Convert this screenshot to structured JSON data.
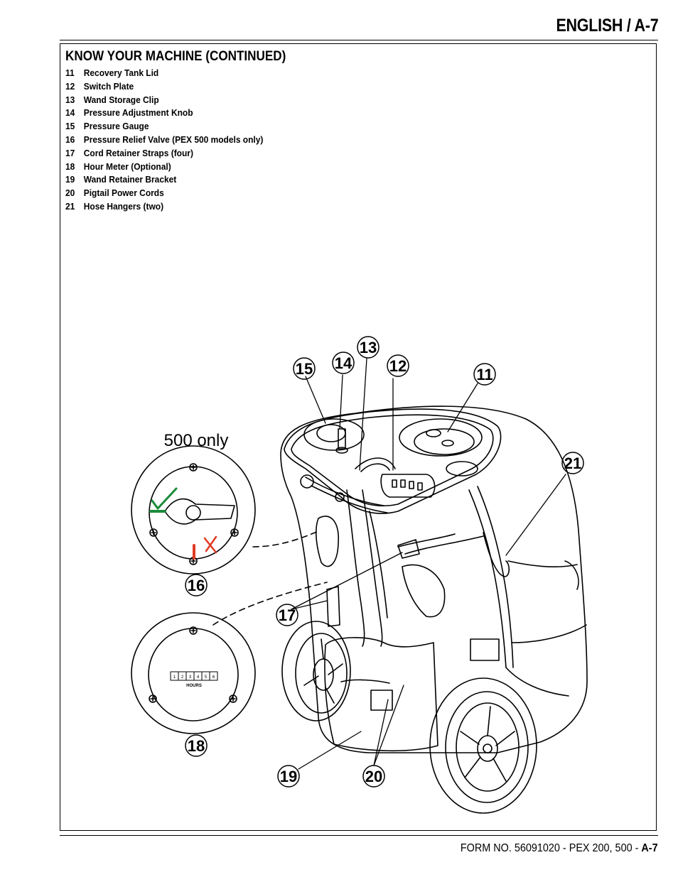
{
  "header": {
    "title": "ENGLISH / A-7"
  },
  "section": {
    "title": "KNOW YOUR MACHINE (CONTINUED)"
  },
  "parts": [
    {
      "num": "11",
      "label": "Recovery Tank Lid"
    },
    {
      "num": "12",
      "label": "Switch Plate"
    },
    {
      "num": "13",
      "label": "Wand Storage Clip"
    },
    {
      "num": "14",
      "label": "Pressure Adjustment Knob"
    },
    {
      "num": "15",
      "label": "Pressure Gauge"
    },
    {
      "num": "16",
      "label": "Pressure Relief Valve (PEX 500 models only)"
    },
    {
      "num": "17",
      "label": "Cord Retainer Straps (four)"
    },
    {
      "num": "18",
      "label": "Hour Meter (Optional)"
    },
    {
      "num": "19",
      "label": "Wand Retainer Bracket"
    },
    {
      "num": "20",
      "label": "Pigtail Power Cords"
    },
    {
      "num": "21",
      "label": "Hose Hangers (two)"
    }
  ],
  "illustration": {
    "inset_label": "500 only",
    "hour_meter_digits": [
      "1",
      "2",
      "3",
      "4",
      "5",
      "6"
    ],
    "hour_meter_unit": "HOURS",
    "callouts": [
      "11",
      "12",
      "13",
      "14",
      "15",
      "16",
      "17",
      "18",
      "19",
      "20",
      "21"
    ],
    "colors": {
      "ok_mark": "#1a8a3a",
      "no_mark": "#e03a22"
    }
  },
  "footer": {
    "form_text": "FORM NO. 56091020 - PEX 200, 500 - ",
    "page": "A-7"
  }
}
